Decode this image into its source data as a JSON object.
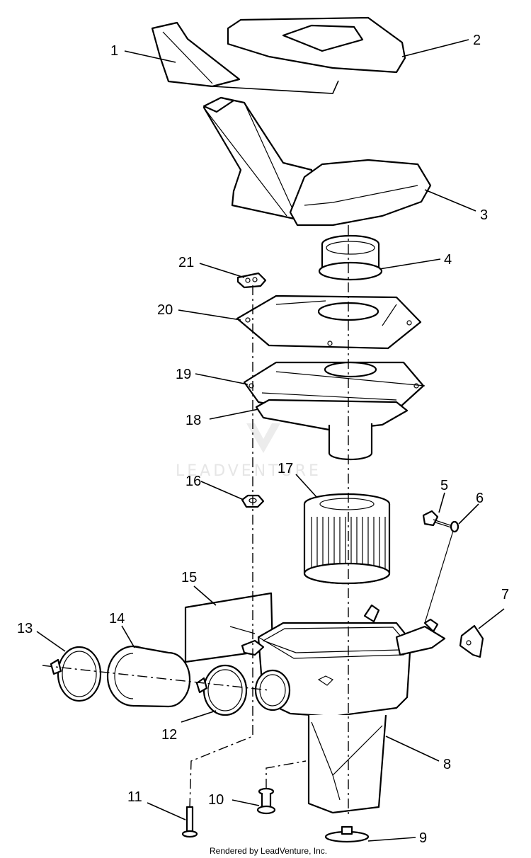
{
  "callouts": [
    {
      "id": "1",
      "text": "1"
    },
    {
      "id": "2",
      "text": "2"
    },
    {
      "id": "3",
      "text": "3"
    },
    {
      "id": "4",
      "text": "4"
    },
    {
      "id": "5",
      "text": "5"
    },
    {
      "id": "6",
      "text": "6"
    },
    {
      "id": "7",
      "text": "7"
    },
    {
      "id": "8",
      "text": "8"
    },
    {
      "id": "9",
      "text": "9"
    },
    {
      "id": "10",
      "text": "10"
    },
    {
      "id": "11",
      "text": "11"
    },
    {
      "id": "12",
      "text": "12"
    },
    {
      "id": "13",
      "text": "13"
    },
    {
      "id": "14",
      "text": "14"
    },
    {
      "id": "15",
      "text": "15"
    },
    {
      "id": "16",
      "text": "16"
    },
    {
      "id": "17",
      "text": "17"
    },
    {
      "id": "18",
      "text": "18"
    },
    {
      "id": "19",
      "text": "19"
    },
    {
      "id": "20",
      "text": "20"
    },
    {
      "id": "21",
      "text": "21"
    }
  ],
  "watermark": "LEADVENTURE",
  "footer": "Rendered by LeadVenture, Inc."
}
